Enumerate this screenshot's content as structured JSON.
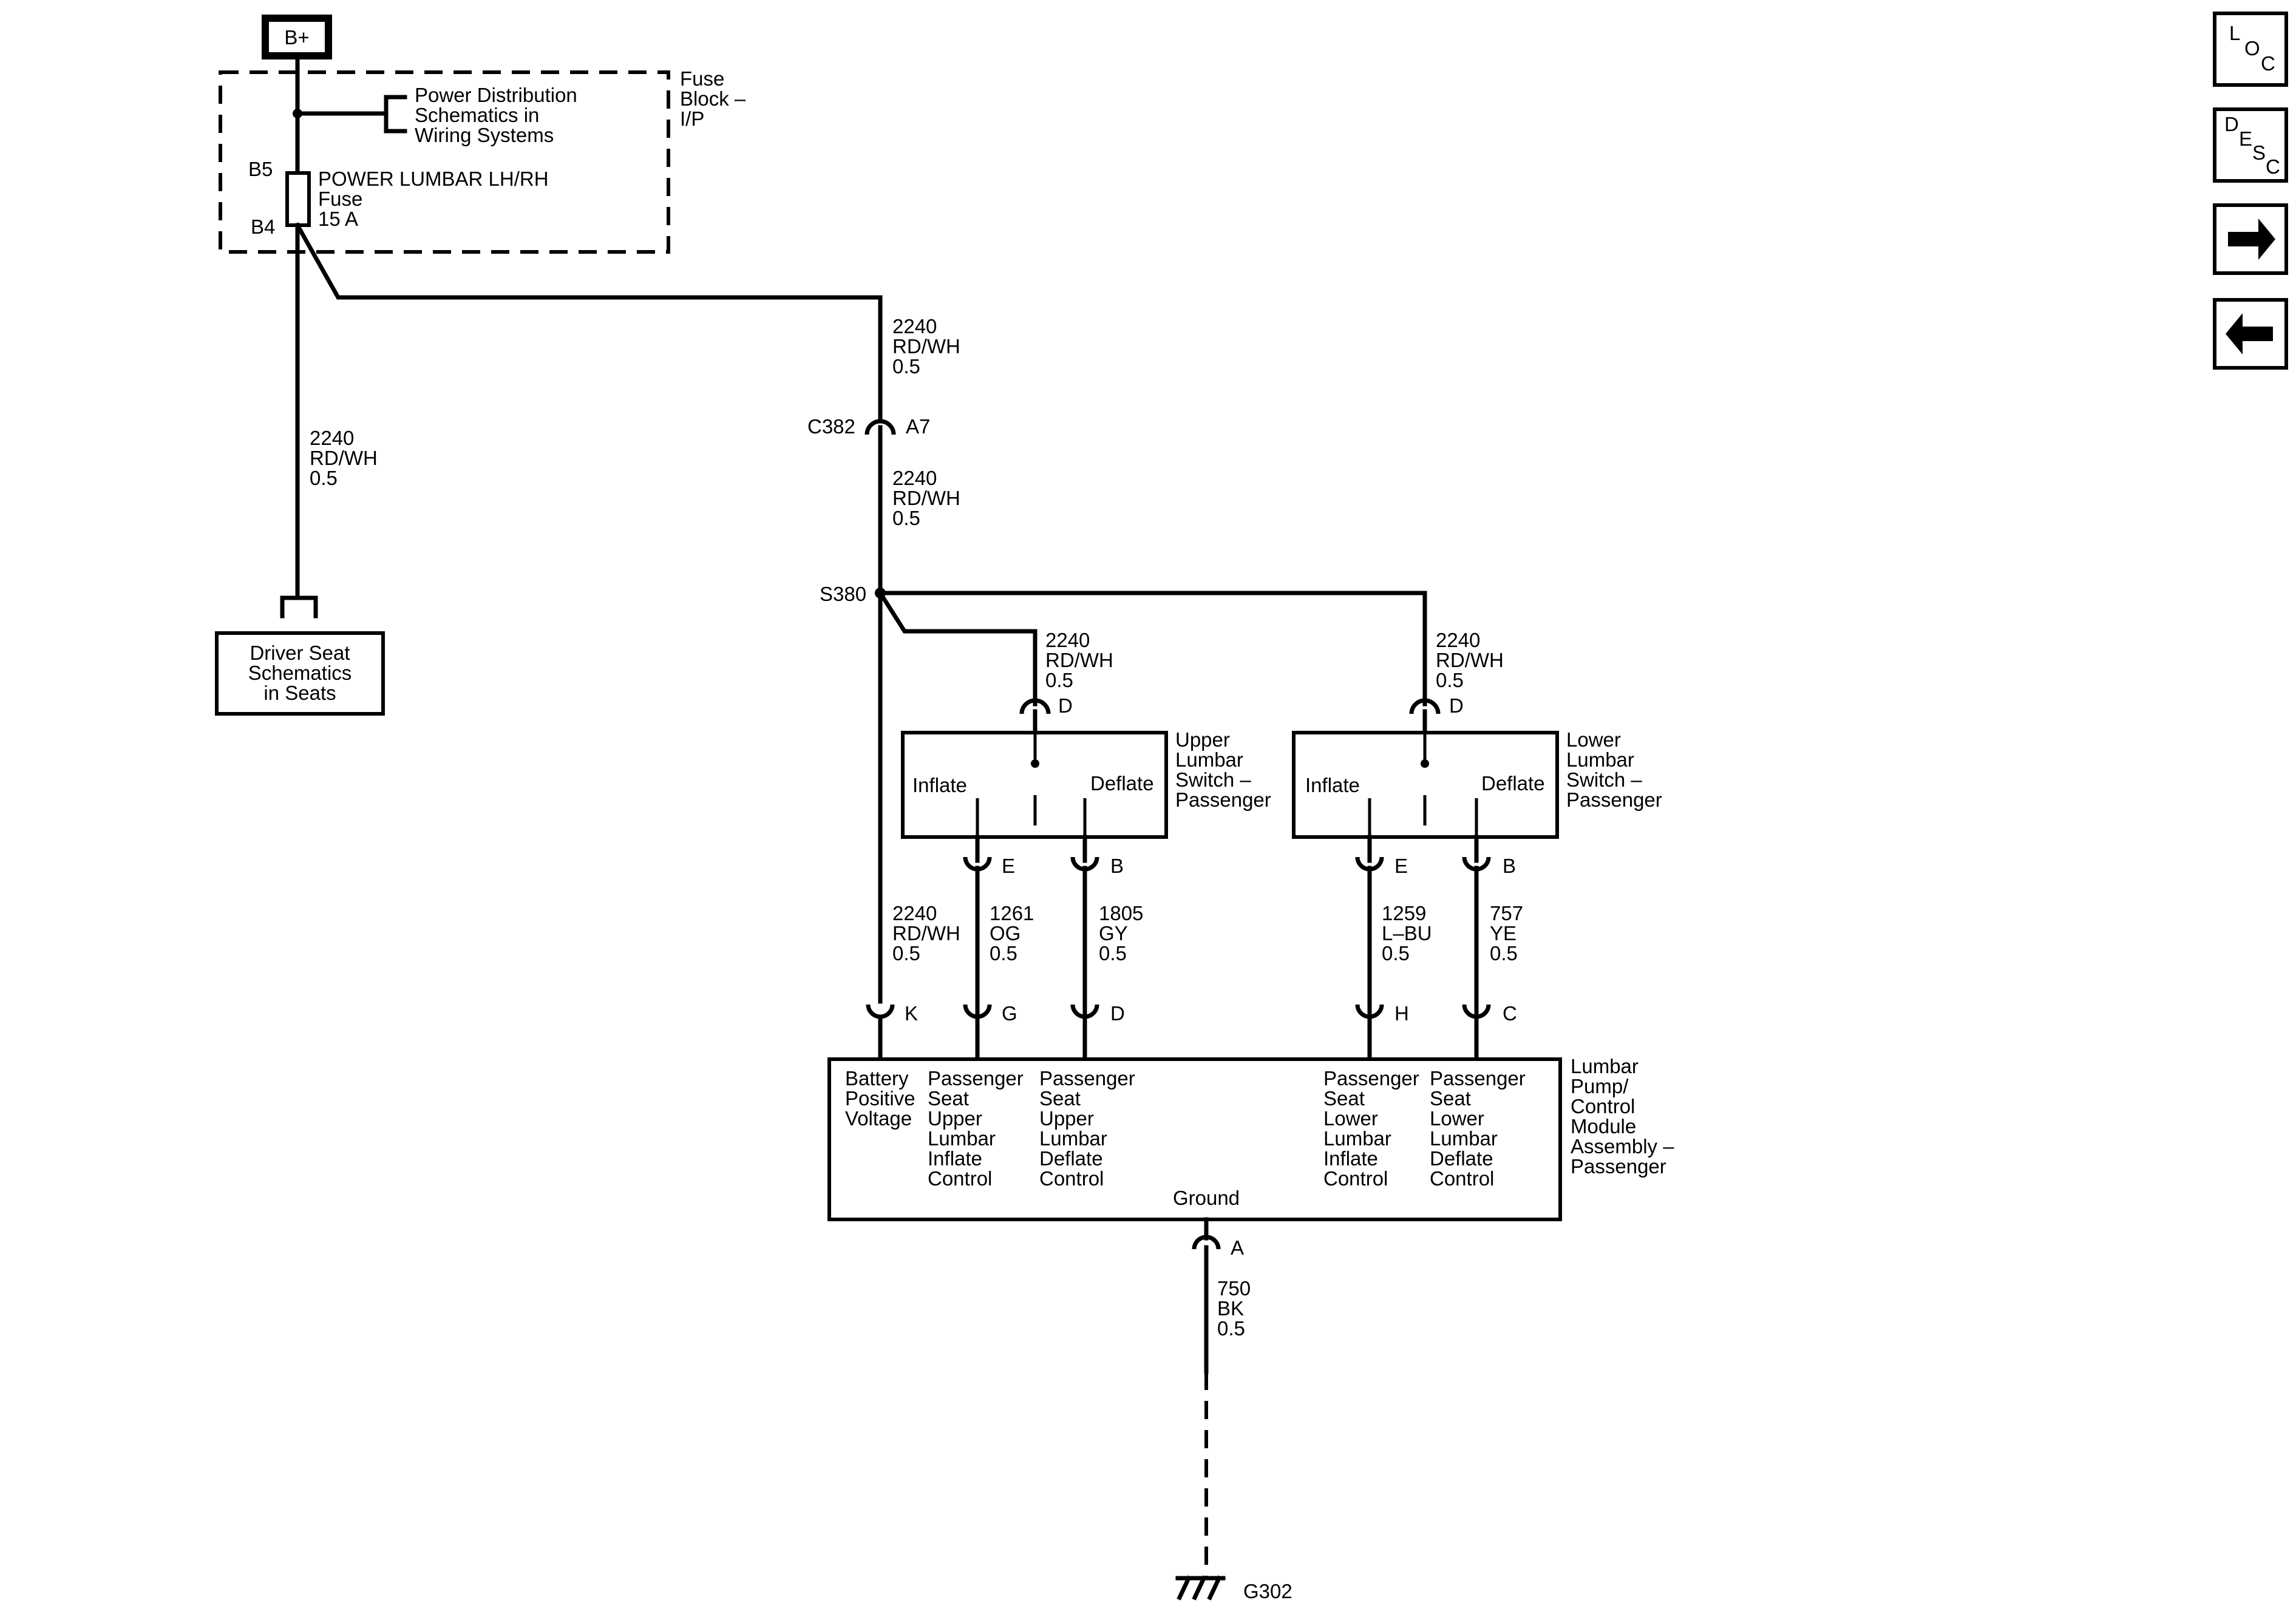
{
  "power": {
    "label": "B+"
  },
  "fuse_block": {
    "title_lines": [
      "Fuse",
      "Block –",
      "I/P"
    ],
    "power_dist_lines": [
      "Power Distribution",
      "Schematics in",
      "Wiring Systems"
    ],
    "pin_top": "B5",
    "pin_bottom": "B4",
    "fuse_lines": [
      "POWER LUMBAR LH/RH",
      "Fuse",
      "15 A"
    ]
  },
  "driver_seat": {
    "lines": [
      "Driver Seat",
      "Schematics",
      "in Seats"
    ]
  },
  "wires": {
    "left_drop": [
      "2240",
      "RD/WH",
      "0.5"
    ],
    "top_feed": [
      "2240",
      "RD/WH",
      "0.5"
    ],
    "after_c382": [
      "2240",
      "RD/WH",
      "0.5"
    ],
    "upper_switch_feed": [
      "2240",
      "RD/WH",
      "0.5"
    ],
    "lower_switch_feed": [
      "2240",
      "RD/WH",
      "0.5"
    ],
    "battery_to_module": [
      "2240",
      "RD/WH",
      "0.5"
    ],
    "upper_inflate": [
      "1261",
      "OG",
      "0.5"
    ],
    "upper_deflate": [
      "1805",
      "GY",
      "0.5"
    ],
    "lower_inflate": [
      "1259",
      "L–BU",
      "0.5"
    ],
    "lower_deflate": [
      "757",
      "YE",
      "0.5"
    ],
    "ground": [
      "750",
      "BK",
      "0.5"
    ]
  },
  "connector_c382": {
    "name": "C382",
    "pin": "A7"
  },
  "splice": {
    "name": "S380"
  },
  "upper_switch": {
    "title_lines": [
      "Upper",
      "Lumbar",
      "Switch –",
      "Passenger"
    ],
    "inflate": "Inflate",
    "deflate": "Deflate",
    "pin_in": "D",
    "pin_inflate": "E",
    "pin_deflate": "B"
  },
  "lower_switch": {
    "title_lines": [
      "Lower",
      "Lumbar",
      "Switch –",
      "Passenger"
    ],
    "inflate": "Inflate",
    "deflate": "Deflate",
    "pin_in": "D",
    "pin_inflate": "E",
    "pin_deflate": "B"
  },
  "module": {
    "title_lines": [
      "Lumbar",
      "Pump/",
      "Control",
      "Module",
      "Assembly –",
      "Passenger"
    ],
    "pins": [
      "K",
      "G",
      "D",
      "H",
      "C"
    ],
    "pin_ground": "A",
    "battery_lines": [
      "Battery",
      "Positive",
      "Voltage"
    ],
    "upper_inflate_lines": [
      "Passenger",
      "Seat",
      "Upper",
      "Lumbar",
      "Inflate",
      "Control"
    ],
    "upper_deflate_lines": [
      "Passenger",
      "Seat",
      "Upper",
      "Lumbar",
      "Deflate",
      "Control"
    ],
    "lower_inflate_lines": [
      "Passenger",
      "Seat",
      "Lower",
      "Lumbar",
      "Inflate",
      "Control"
    ],
    "lower_deflate_lines": [
      "Passenger",
      "Seat",
      "Lower",
      "Lumbar",
      "Deflate",
      "Control"
    ],
    "ground_label": "Ground"
  },
  "ground_point": {
    "name": "G302"
  },
  "nav": {
    "loc": [
      "L",
      "O",
      "C"
    ],
    "desc": [
      "D",
      "E",
      "S",
      "C"
    ],
    "next_icon": "arrow-right-icon",
    "prev_icon": "arrow-left-icon"
  }
}
